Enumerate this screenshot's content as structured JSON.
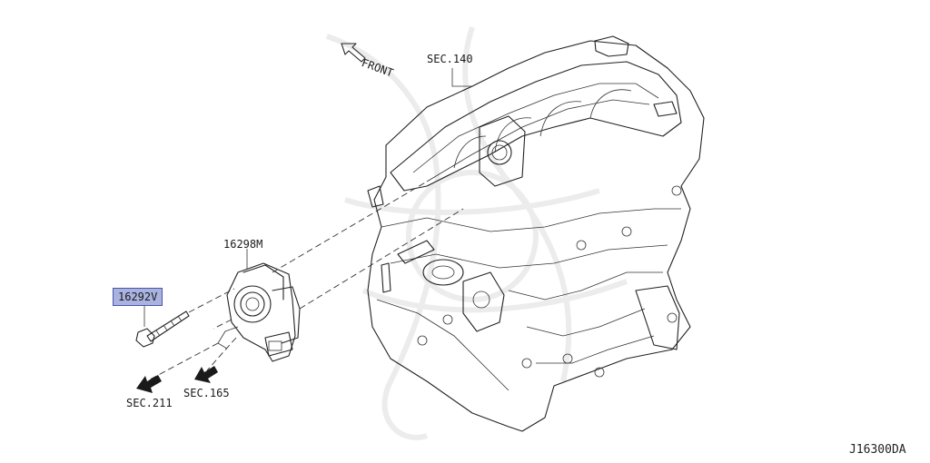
{
  "labels": {
    "front": "FRONT",
    "sec140": "SEC.140",
    "part_throttle": "16298M",
    "part_bolt": "16292V",
    "sec211": "SEC.211",
    "sec165": "SEC.165",
    "diagram_code": "J16300DA"
  },
  "colors": {
    "highlight_fill": "#aab2e0",
    "highlight_border": "#4a55a8",
    "line": "#222222"
  },
  "icons": [
    "front-arrow-icon",
    "sec211-arrow-icon",
    "sec165-arrow-icon"
  ]
}
